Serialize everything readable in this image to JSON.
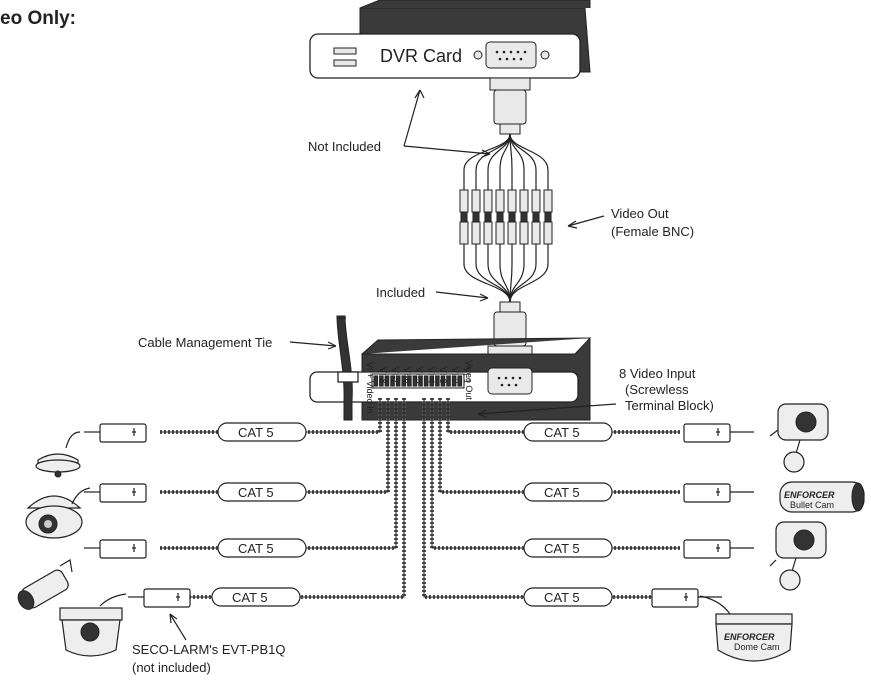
{
  "heading": "eo Only:",
  "dvr_card_label": "DVR Card",
  "callouts": {
    "not_included": "Not Included",
    "video_out": [
      "Video Out",
      "(Female BNC)"
    ],
    "included": "Included",
    "cable_tie": "Cable Management Tie",
    "video_input": [
      "8 Video Input",
      "(Screwless",
      "Terminal Block)"
    ],
    "evt": [
      "SECO-LARM's EVT-PB1Q",
      "(not included)"
    ]
  },
  "cable_label": "CAT 5",
  "terminal": {
    "channels": [
      "VI-8",
      "VI-7",
      "VI-6",
      "VI-5",
      "VI-4",
      "VI-3",
      "VI-2",
      "VI-1"
    ],
    "video_out": "Video Out",
    "audio_in": "VI + Video In"
  },
  "cameras": {
    "bullet": {
      "brand": "ENFORCER",
      "model": "Bullet Cam"
    },
    "dome": {
      "brand": "ENFORCER",
      "model": "Dome Cam"
    }
  }
}
